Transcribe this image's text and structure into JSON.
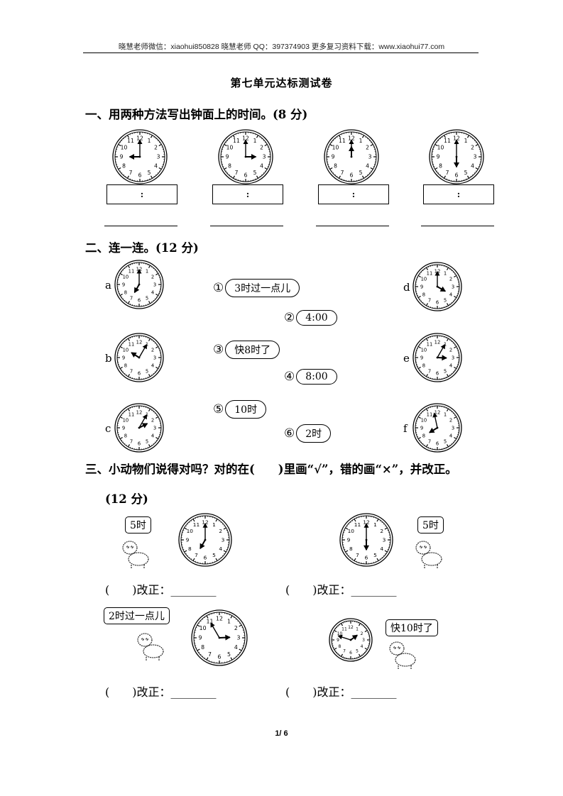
{
  "header": {
    "text": "晓慧老师微信：xiaohui850828  晓慧老师 QQ：397374903  更多复习资料下载：www.xiaohui77.com"
  },
  "title": "第七单元达标测试卷",
  "section1": {
    "heading": "一、用两种方法写出钟面上的时间。(8 分)",
    "colon": ":",
    "clocks": [
      {
        "hour": 9,
        "minute": 0
      },
      {
        "hour": 3,
        "minute": 0
      },
      {
        "hour": 12,
        "minute": 0
      },
      {
        "hour": 6,
        "minute": 0
      }
    ]
  },
  "section2": {
    "heading": "二、连一连。(12 分)",
    "left_clocks": [
      {
        "label": "a",
        "hour": 7,
        "minute": 0
      },
      {
        "label": "b",
        "hour": 10,
        "minute": 5
      },
      {
        "label": "c",
        "hour": 2,
        "minute": 5
      }
    ],
    "right_clocks": [
      {
        "label": "d",
        "hour": 4,
        "minute": 0
      },
      {
        "label": "e",
        "hour": 3,
        "minute": 5
      },
      {
        "label": "f",
        "hour": 7,
        "minute": 58
      }
    ],
    "options": [
      {
        "num": "①",
        "text": "3时过一点儿"
      },
      {
        "num": "②",
        "text": "4:00"
      },
      {
        "num": "③",
        "text": "快8时了"
      },
      {
        "num": "④",
        "text": "8:00"
      },
      {
        "num": "⑤",
        "text": "10时"
      },
      {
        "num": "⑥",
        "text": "2时"
      }
    ]
  },
  "section3": {
    "heading": "三、小动物们说得对吗？对的在(　　)里画“√”，错的画“×”，并改正。",
    "points": "(12 分)",
    "answer_template": "(　　)改正：________",
    "items": [
      {
        "animal": "dog",
        "speech": "5时",
        "hour": 7,
        "minute": 0
      },
      {
        "animal": "cat",
        "speech": "5时",
        "hour": 6,
        "minute": 0
      },
      {
        "animal": "panda",
        "speech": "2时过一点儿",
        "hour": 2,
        "minute": 55
      },
      {
        "animal": "deer",
        "speech": "快10时了",
        "hour": 1,
        "minute": 48
      }
    ]
  },
  "footer": {
    "page": "1/ 6"
  }
}
